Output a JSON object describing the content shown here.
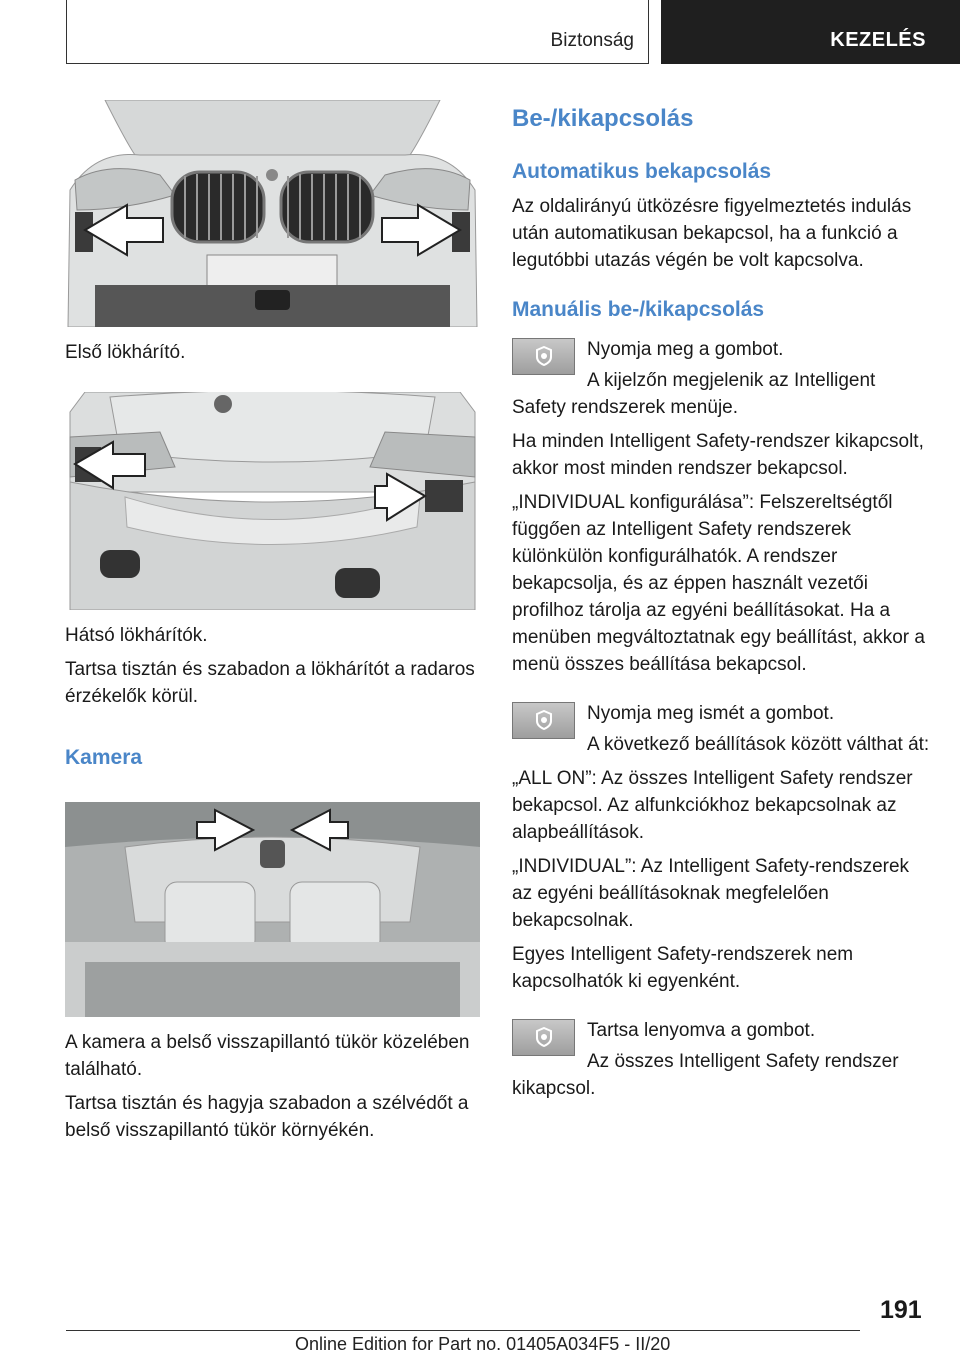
{
  "header": {
    "section": "Biztonság",
    "chapter": "KEZELÉS"
  },
  "left": {
    "front_caption": "Első lökhárító.",
    "rear_caption": "Hátsó lökhárítók.",
    "rear_text": "Tartsa tisztán és szabadon a lökhárítót a radaros érzékelők körül.",
    "camera_heading": "Kamera",
    "camera_caption": "A kamera a belső visszapillantó tükör közelében található.",
    "camera_text": "Tartsa tisztán és hagyja szabadon a szélvédőt a belső visszapillantó tükör környékén."
  },
  "right": {
    "heading": "Be-/kikapcsolás",
    "auto_heading": "Automatikus bekapcsolás",
    "auto_text": "Az oldalirányú ütközésre figyelmeztetés indulás után automatikusan bekapcsol, ha a funkció a legutóbbi utazás végén be volt kapcsolva.",
    "manual_heading": "Manuális be-/kikapcsolás",
    "step1_line1": "Nyomja meg a gombot.",
    "step1_line2": "A kijelzőn megjelenik az Intelligent Safety rendszerek menüje.",
    "p1": "Ha minden Intelligent Safety-rendszer kikapcsolt, akkor most minden rendszer bekapcsol.",
    "p2": "„INDIVIDUAL konfigurálása”: Felszereltségtől függően az Intelligent Safety rendszerek különkülön konfigurálhatók. A rendszer bekapcsolja, és az éppen használt vezetői profilhoz tárolja az egyéni beállításokat. Ha a menüben megváltoztatnak egy beállítást, akkor a menü összes beállítása bekapcsol.",
    "step2_line1": "Nyomja meg ismét a gombot.",
    "step2_line2": "A következő beállítások között válthat át:",
    "p3": "„ALL ON”: Az összes Intelligent Safety rendszer bekapcsol. Az alfunkciókhoz bekapcsolnak az alapbeállítások.",
    "p4": "„INDIVIDUAL”: Az Intelligent Safety-rendszerek az egyéni beállításoknak megfelelően bekapcsolnak.",
    "p5": "Egyes Intelligent Safety-rendszerek nem kapcsolhatók ki egyenként.",
    "step3_line1": "Tartsa lenyomva a gombot.",
    "step3_line2": "Az összes Intelligent Safety rendszer kikapcsol."
  },
  "page_number": "191",
  "footer_text": "Online Edition for Part no. 01405A034F5 - II/20"
}
